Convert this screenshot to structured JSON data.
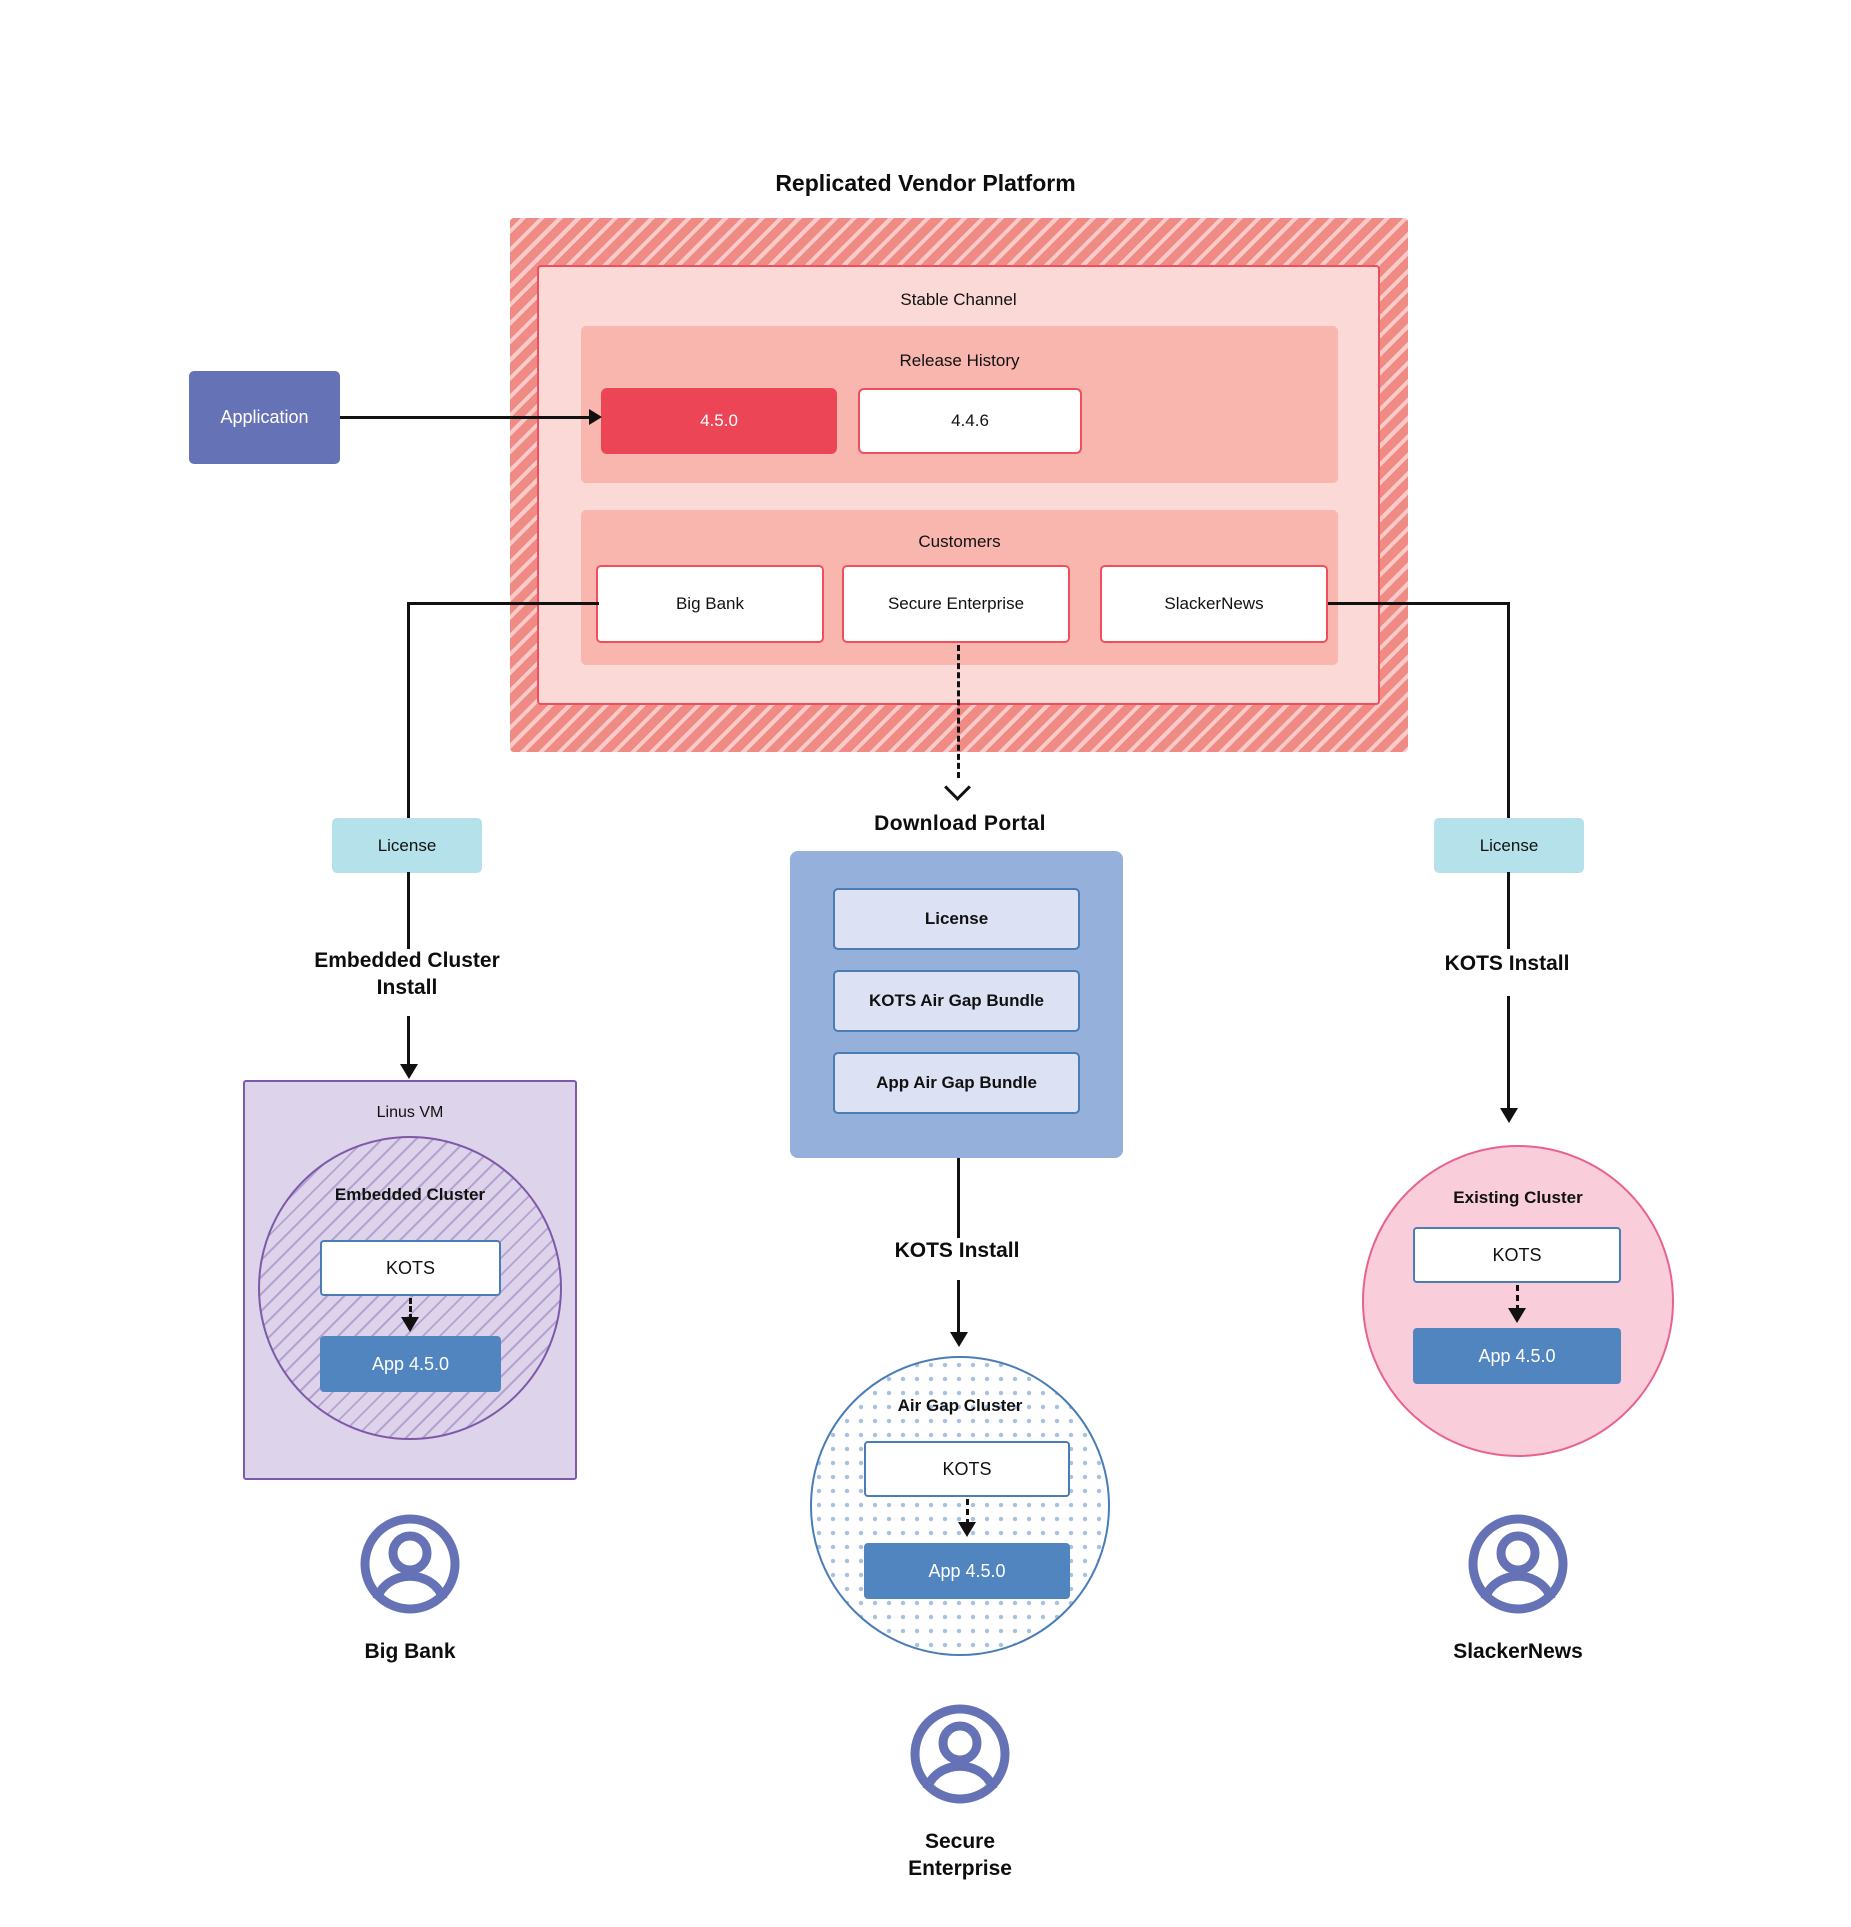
{
  "diagram": {
    "platform_title": "Replicated Vendor Platform",
    "channel": {
      "title": "Stable Channel",
      "release_history": {
        "title": "Release History",
        "releases": [
          {
            "version": "4.5.0",
            "state": "current"
          },
          {
            "version": "4.4.6",
            "state": "previous"
          }
        ]
      },
      "customers": {
        "title": "Customers",
        "items": [
          {
            "name": "Big Bank"
          },
          {
            "name": "Secure\nEnterprise"
          },
          {
            "name": "SlackerNews"
          }
        ]
      }
    },
    "application": {
      "label": "Application"
    },
    "license_left": {
      "label": "License"
    },
    "license_right": {
      "label": "License"
    },
    "paths": {
      "left_caption": "Embedded Cluster\nInstall",
      "middle_caption": "KOTS Install",
      "right_caption": "KOTS Install"
    },
    "download_portal": {
      "title": "Download  Portal",
      "items": [
        {
          "label": "License"
        },
        {
          "label": "KOTS Air Gap Bundle"
        },
        {
          "label": "App Air Gap Bundle"
        }
      ]
    },
    "left_target": {
      "vm_title": "Linus VM",
      "cluster_title": "Embedded Cluster",
      "kots_label": "KOTS",
      "app_label": "App 4.5.0"
    },
    "middle_target": {
      "cluster_title": "Air Gap Cluster",
      "kots_label": "KOTS",
      "app_label": "App 4.5.0"
    },
    "right_target": {
      "cluster_title": "Existing Cluster",
      "kots_label": "KOTS",
      "app_label": "App 4.5.0"
    },
    "customers_bottom": [
      {
        "name": "Big Bank",
        "icon": "user-avatar-icon"
      },
      {
        "name": "Secure\nEnterprise",
        "icon": "user-avatar-icon"
      },
      {
        "name": "SlackerNews",
        "icon": "user-avatar-icon"
      }
    ],
    "colors": {
      "platform_hatch": "#f08a85",
      "channel_bg": "#fbd9d6",
      "channel_border": "#ef4e5c",
      "section_bg": "#f8b6ae",
      "release_current": "#ec4656",
      "application": "#6672b6",
      "license_chip": "#b4e1ea",
      "portal_bg": "#95b0da",
      "portal_item": "#dce2f3",
      "vm_bg": "#ddd3ea",
      "vm_border": "#7d59a8",
      "existing_cluster": "#f9cdd9",
      "existing_border": "#e8628f",
      "kots_border": "#4a7cb5",
      "app_box": "#5085bf",
      "avatar": "#6672b6"
    }
  }
}
